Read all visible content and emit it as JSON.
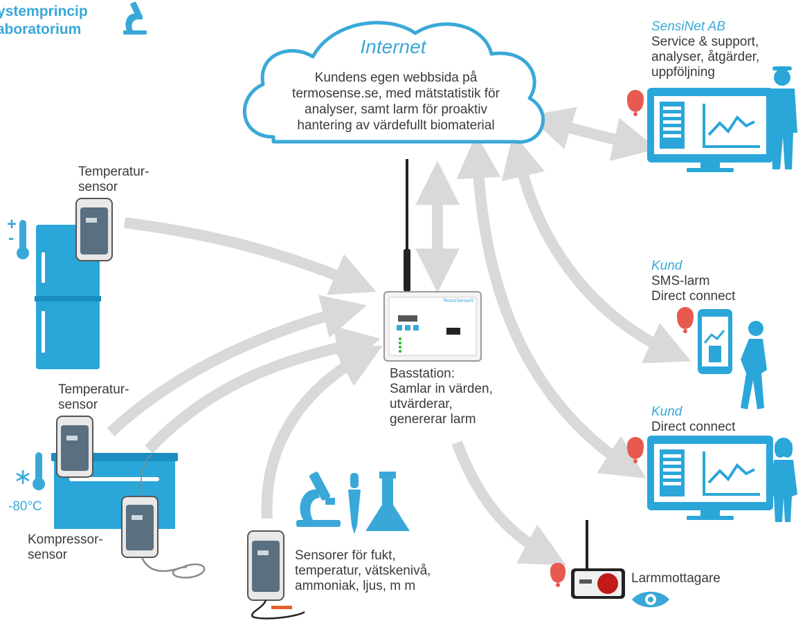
{
  "header": {
    "title_line1": "Systemprincip",
    "title_line2": "Laboratorium",
    "icon": "microscope-icon"
  },
  "cloud": {
    "title": "Internet",
    "lines": [
      "Kundens egen webbsida på",
      "termosense.se, med mätstatistik för",
      "analyser, samt larm för proaktiv",
      "hantering av värdefullt biomaterial"
    ]
  },
  "sensinet": {
    "company": "SensiNet AB",
    "lines": [
      "Service & support,",
      "analyser, åtgärder,",
      "uppföljning"
    ]
  },
  "kund_sms": {
    "role": "Kund",
    "lines": [
      "SMS-larm",
      "Direct connect"
    ]
  },
  "kund_direct": {
    "role": "Kund",
    "lines": [
      "Direct connect"
    ]
  },
  "sensor_fridge": {
    "lines": [
      "Temperatur-",
      "sensor"
    ],
    "thermo_plus": "+",
    "thermo_minus": "-"
  },
  "sensor_freezer": {
    "lines": [
      "Temperatur-",
      "sensor"
    ],
    "temp": "-80°C"
  },
  "compressor": {
    "lines": [
      "Kompressor-",
      "sensor"
    ]
  },
  "sensors_misc": {
    "lines": [
      "Sensorer för fukt,",
      "temperatur, vätskenivå,",
      "ammoniak, ljus, m m"
    ]
  },
  "basestation": {
    "lines": [
      "Basstation:",
      "Samlar in värden,",
      "utvärderar,",
      "genererar larm"
    ],
    "brand": "TermoSense®"
  },
  "alarm_receiver": {
    "label": "Larmmottagare"
  },
  "colors": {
    "accent": "#39a8d8",
    "arrow": "#d9d9d9",
    "text": "#3a3a3a",
    "alarm": "#e85a4f"
  }
}
